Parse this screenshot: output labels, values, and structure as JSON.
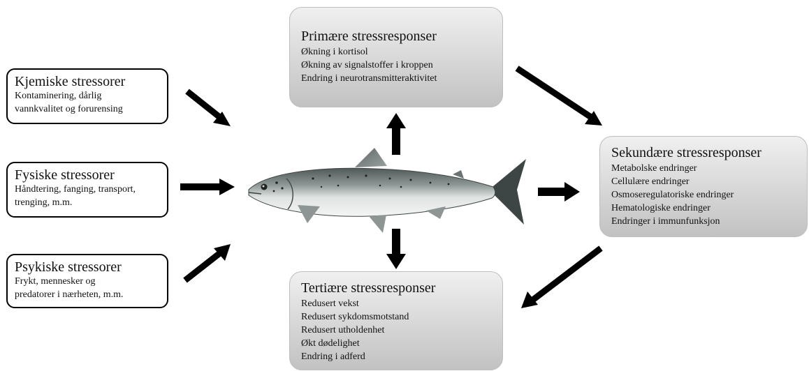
{
  "stressors": [
    {
      "title": "Kjemiske stressorer",
      "lines": [
        "Kontaminering, dårlig",
        "vannkvalitet og forurensing"
      ]
    },
    {
      "title": "Fysiske stressorer",
      "lines": [
        "Håndtering, fanging, transport,",
        "trenging, m.m."
      ]
    },
    {
      "title": "Psykiske stressorer",
      "lines": [
        "Frykt, mennesker og",
        "predatorer i nærheten, m.m."
      ]
    }
  ],
  "primary": {
    "title": "Primære stressresponser",
    "lines": [
      "Økning i kortisol",
      "Økning av signalstoffer i kroppen",
      "Endring i neurotransmitteraktivitet"
    ]
  },
  "secondary": {
    "title": "Sekundære stressresponser",
    "lines": [
      "Metabolske endringer",
      "Cellulære endringer",
      "Osmoseregulatoriske endringer",
      "Hematologiske endringer",
      "Endringer i immunfunksjon"
    ]
  },
  "tertiary": {
    "title": "Tertiære stressresponser",
    "lines": [
      "Redusert vekst",
      "Redusert sykdomsmotstand",
      "Redusert utholdenhet",
      "Økt dødelighet",
      "Endring i adferd"
    ]
  },
  "colors": {
    "arrow": "#000000",
    "box_fill_top": "#f0f0f0",
    "box_fill_bottom": "#c2c2c2",
    "fish_back": "#5f6a68",
    "fish_belly": "#eef0ef"
  },
  "icons": {
    "center": "salmon-fish-icon"
  }
}
